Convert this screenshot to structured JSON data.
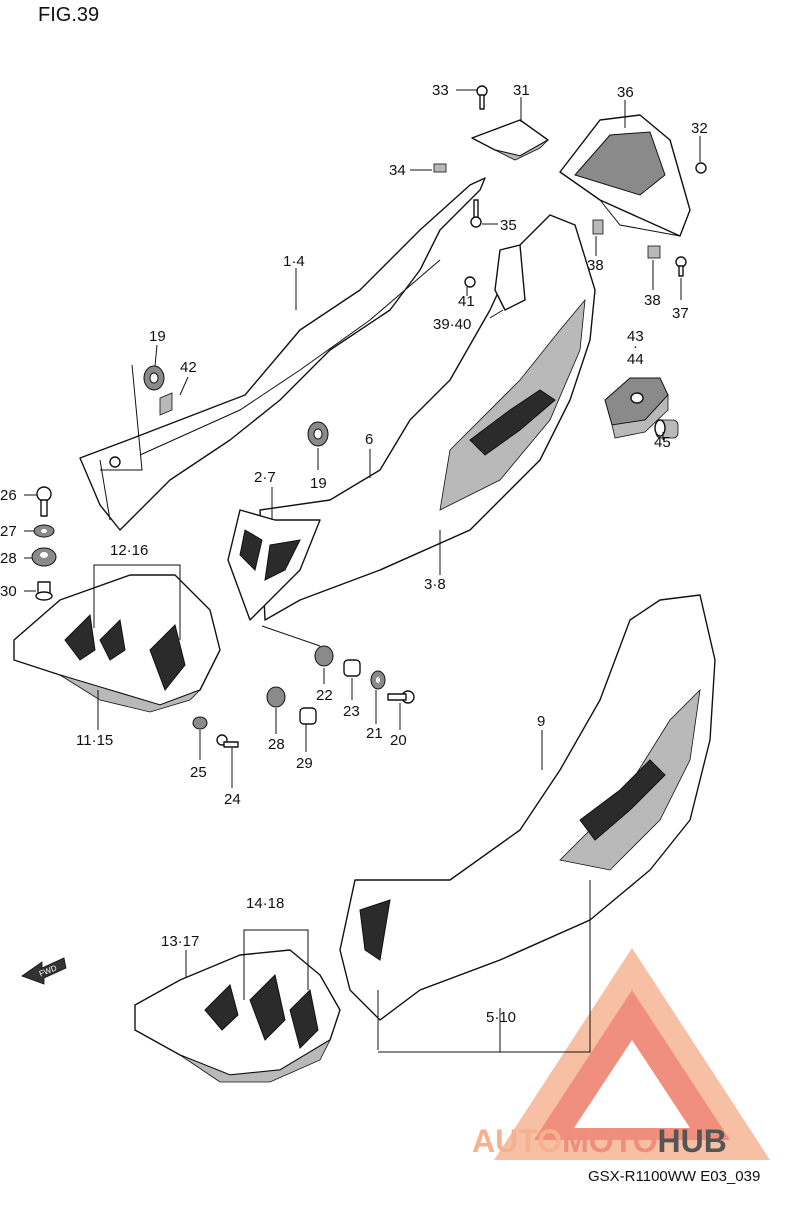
{
  "figure_title": "FIG.39",
  "model_code": "GSX-R1100WW  E03_039",
  "fwd_label": "FWD",
  "logo": {
    "brand_part1": "AUTO",
    "brand_part2": "MOTO",
    "brand_part3": "HUB",
    "color_light": "#f6b99a",
    "color_mid": "#f08a7a",
    "color_dark": "#555555"
  },
  "part_labels": [
    "33",
    "31",
    "36",
    "32",
    "34",
    "35",
    "1·4",
    "41",
    "39·40",
    "38",
    "38",
    "37",
    "43",
    "·",
    "44",
    "19",
    "42",
    "6",
    "2·7",
    "19",
    "3·8",
    "45",
    "26",
    "27",
    "28",
    "12·16",
    "30",
    "22",
    "23",
    "21",
    "20",
    "11·15",
    "28",
    "29",
    "9",
    "25",
    "24",
    "14·18",
    "13·17",
    "5·10"
  ]
}
